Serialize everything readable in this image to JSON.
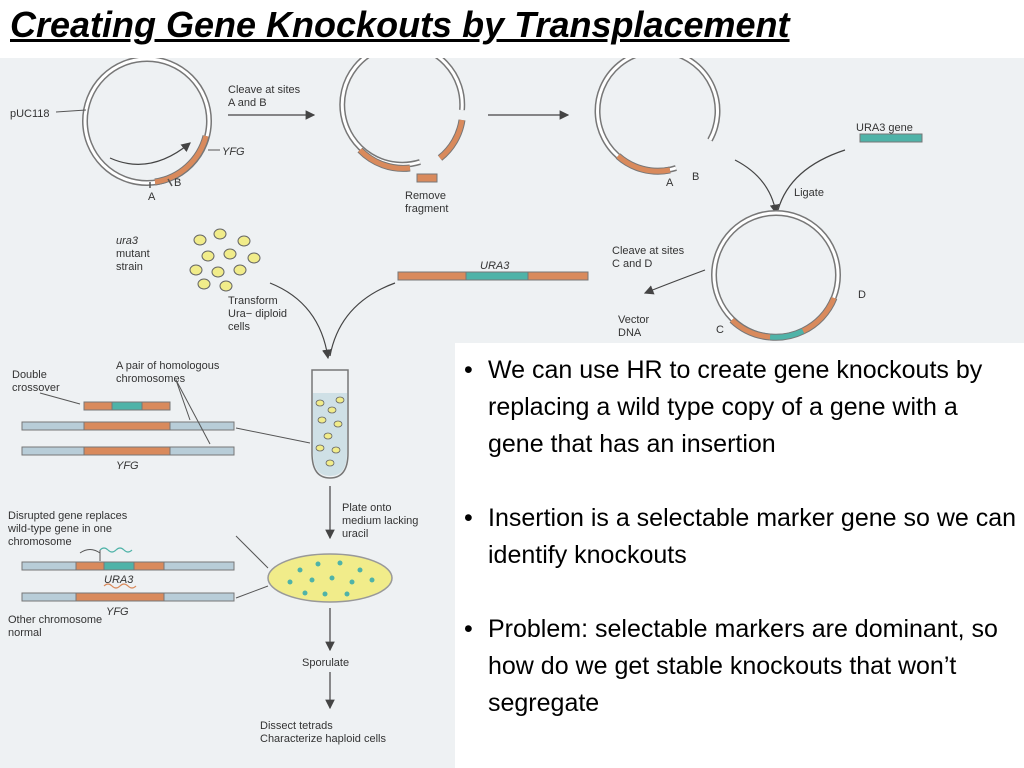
{
  "title": "Creating Gene Knockouts by Transplacement",
  "figure": {
    "puc118": "pUC118",
    "cleave_ab_1": "Cleave at sites",
    "cleave_ab_2": "A and B",
    "label_a": "A",
    "label_b": "B",
    "yfg": "YFG",
    "remove_1": "Remove",
    "remove_2": "fragment",
    "ura3_gene": "URA3 gene",
    "ligate": "Ligate",
    "ura3_strain_1": "ura3",
    "ura3_strain_2": "mutant",
    "ura3_strain_3": "strain",
    "ura3_bar": "URA3",
    "cleave_cd_1": "Cleave at sites",
    "cleave_cd_2": "C and D",
    "label_c": "C",
    "label_d": "D",
    "vector_1": "Vector",
    "vector_2": "DNA",
    "transform_1": "Transform",
    "transform_2": "Ura− diploid",
    "transform_3": "cells",
    "double_1": "Double",
    "double_2": "crossover",
    "homologous_1": "A pair of homologous",
    "homologous_2": "chromosomes",
    "yfg_bottom": "YFG",
    "plate_1": "Plate onto",
    "plate_2": "medium lacking",
    "plate_3": "uracil",
    "disrupted_1": "Disrupted gene replaces",
    "disrupted_2": "wild-type gene in one",
    "disrupted_3": "chromosome",
    "ura3_chrom": "URA3",
    "yfg_chrom": "YFG",
    "other_1": "Other chromosome",
    "other_2": "normal",
    "sporulate": "Sporulate",
    "dissect_1": "Dissect tetrads",
    "dissect_2": "Characterize haploid cells"
  },
  "bullets": [
    "We can use HR to create gene knockouts by replacing a wild type copy of a gene with a gene that has an insertion",
    "Insertion is a selectable marker gene so we can identify knockouts",
    "Problem: selectable markers are dominant, so how do we get stable knockouts that won’t segregate"
  ],
  "colors": {
    "orange": "#d98a5c",
    "teal": "#4fb3a8",
    "chromosome": "#b8cdd8",
    "yellow": "#f1ec8a",
    "background": "#eef1f3"
  }
}
